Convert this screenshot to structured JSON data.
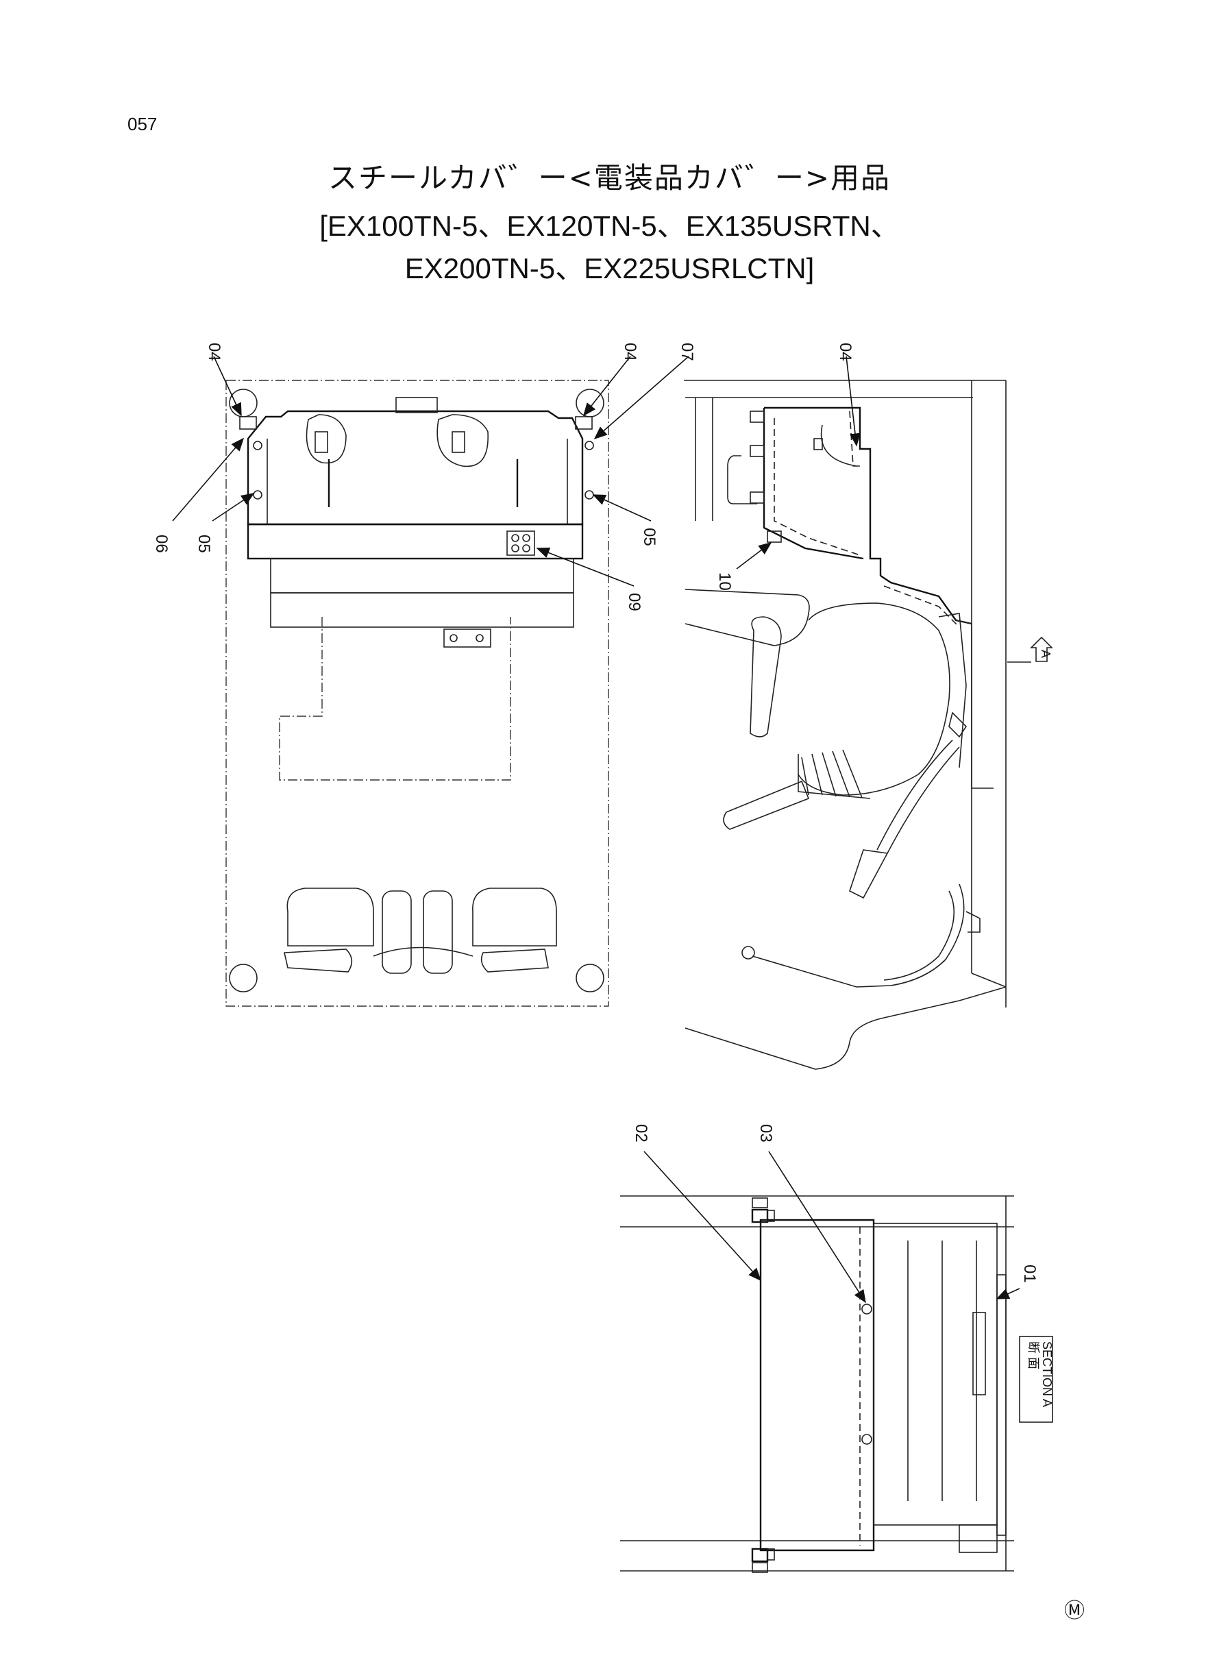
{
  "page": {
    "number": "057",
    "mark": "Ⓜ"
  },
  "title": {
    "line1": "スチールカバ゛ー<電装品カバ゛ー>用品",
    "line2": "[EX100TN-5、EX120TN-5、EX135USRTN、",
    "line3": "EX200TN-5、EX225USRLCTN]"
  },
  "callouts": {
    "top_view": [
      "04",
      "06",
      "05",
      "04",
      "07",
      "05",
      "09"
    ],
    "side_view": [
      "04",
      "10"
    ],
    "section_view": [
      "02",
      "03",
      "01"
    ]
  },
  "section_marker": {
    "label": "A"
  },
  "section_label": {
    "jp": "断 面",
    "en": "SECTION A"
  }
}
